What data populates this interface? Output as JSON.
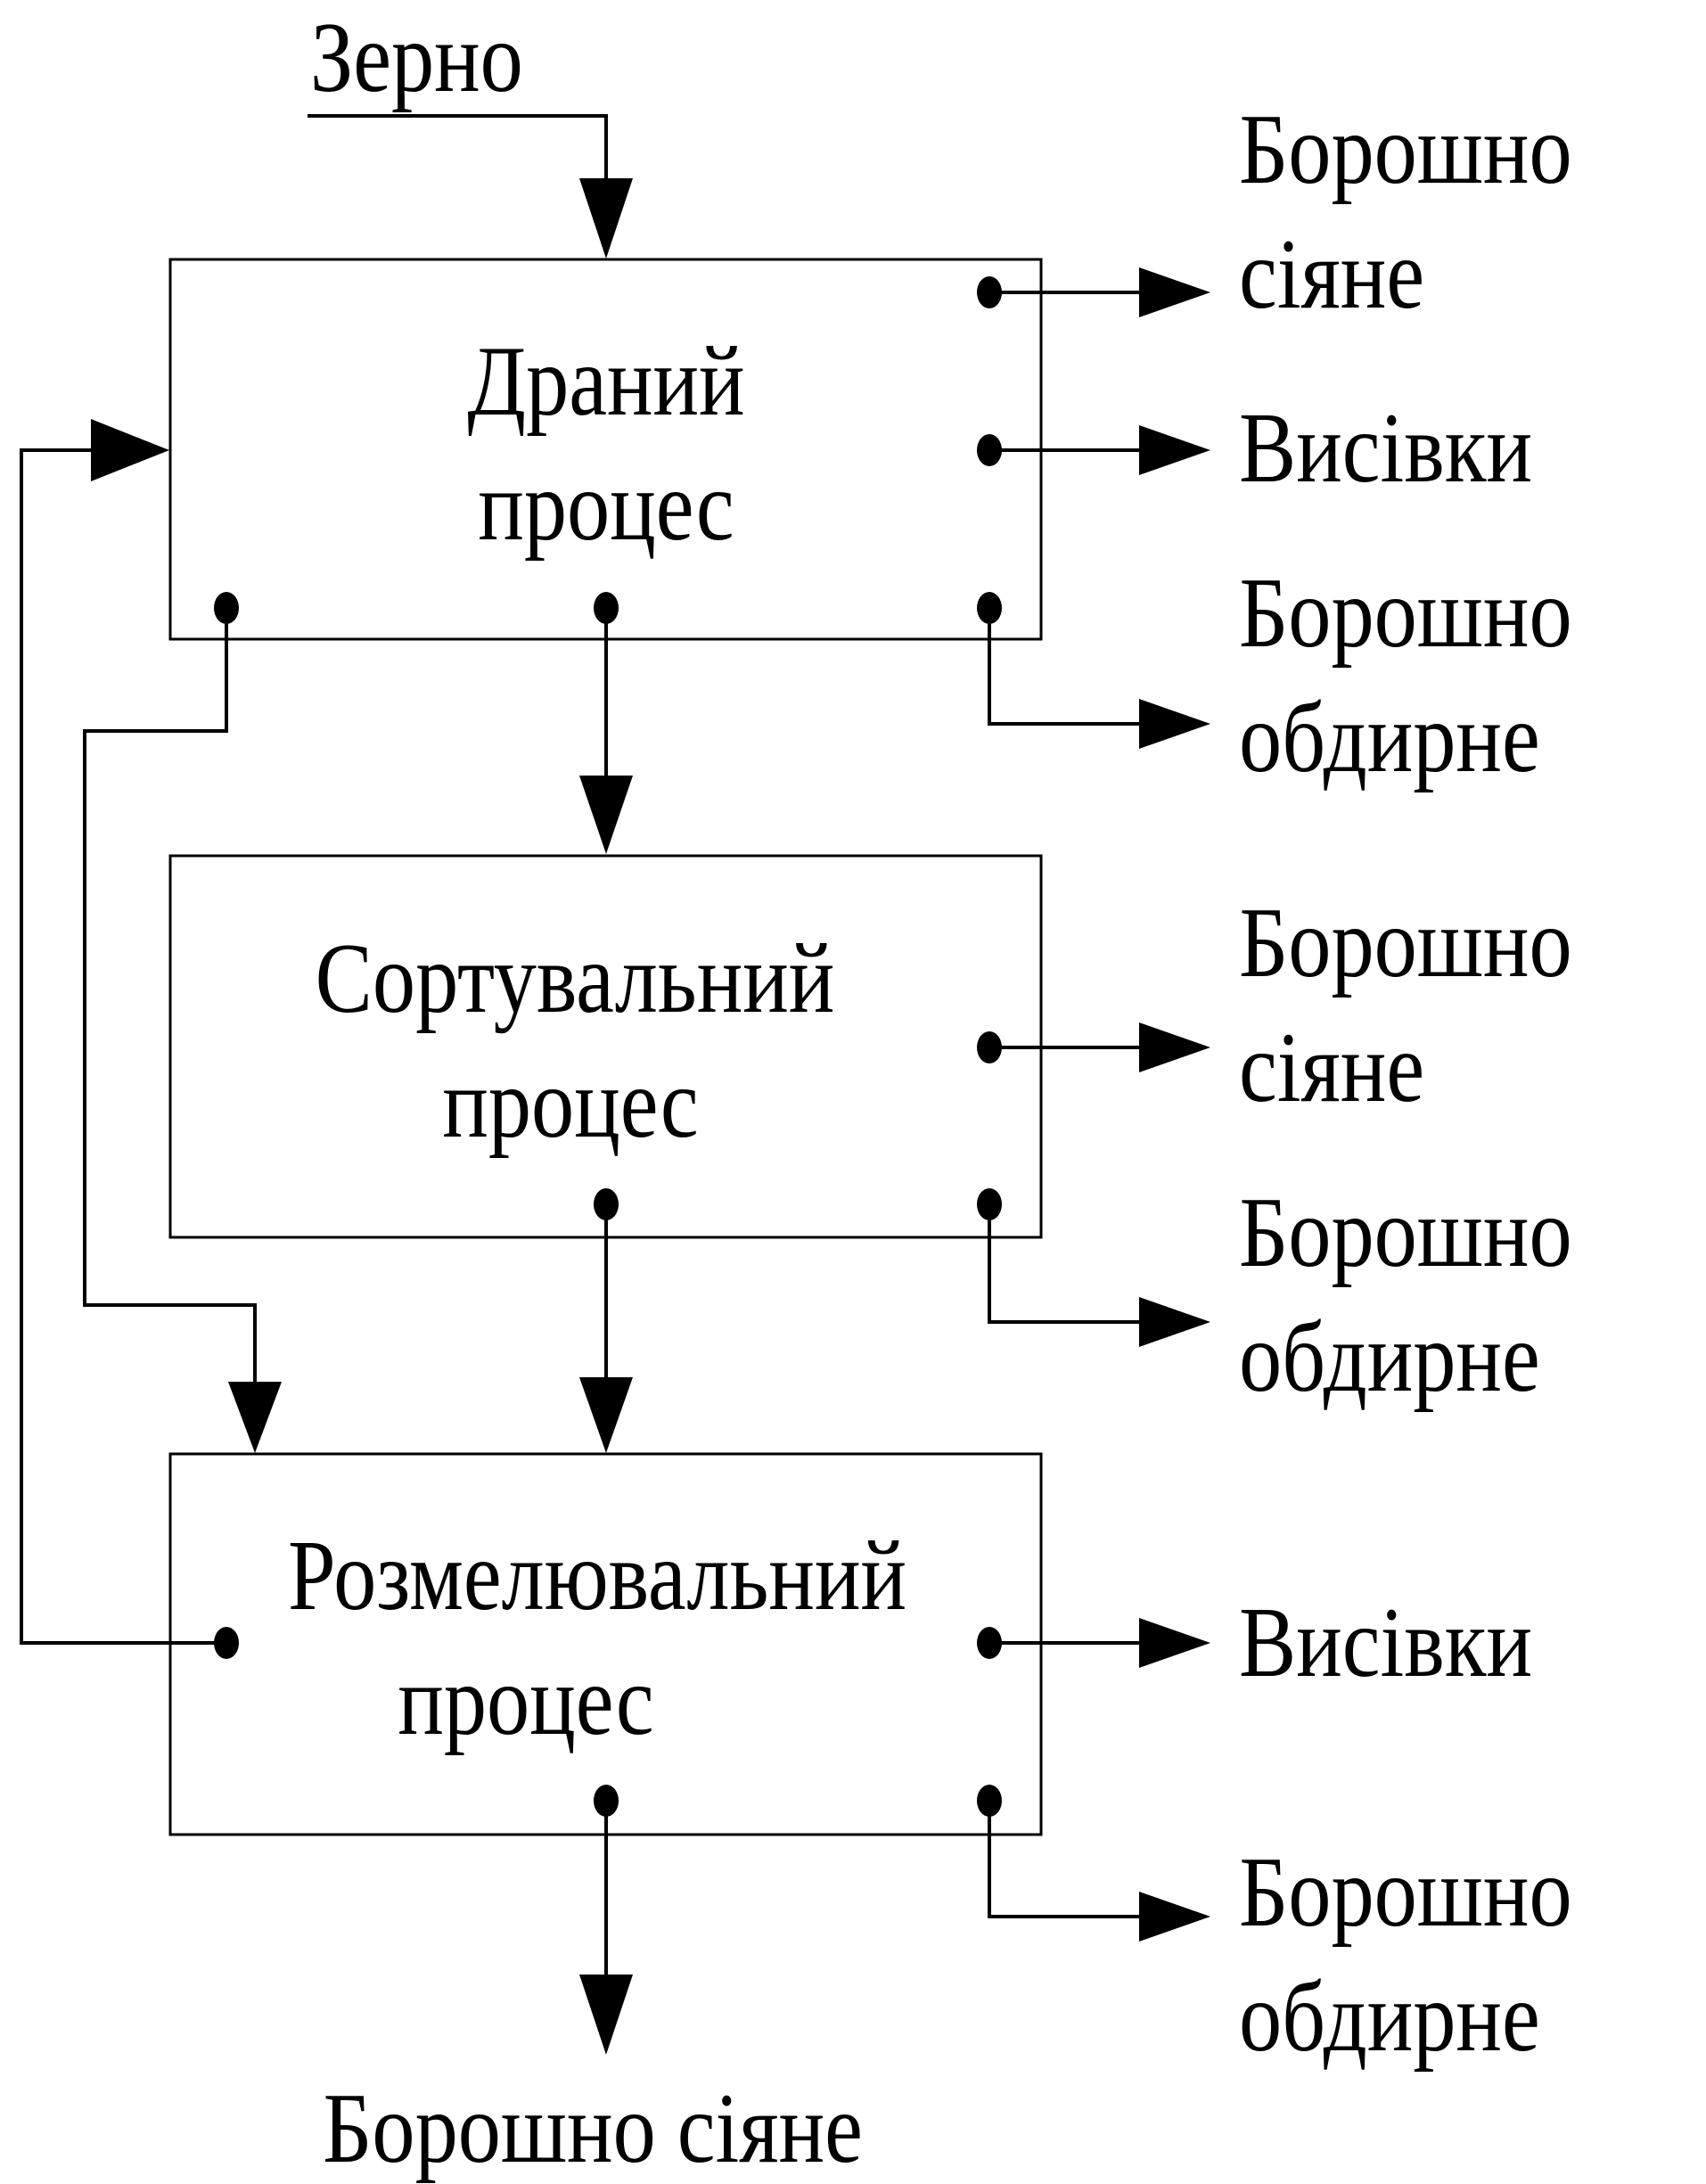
{
  "diagram": {
    "input": {
      "label": "Зерно"
    },
    "processes": [
      {
        "id": "break",
        "line1": "Драний",
        "line2": "процес"
      },
      {
        "id": "sort",
        "line1": "Сортувальний",
        "line2": "процес"
      },
      {
        "id": "reduction",
        "line1": "Розмелювальний",
        "line2": "процес"
      }
    ],
    "outputs": [
      {
        "from": "break",
        "line1": "Борошно",
        "line2": "сіяне"
      },
      {
        "from": "break",
        "line1": "Висівки",
        "line2": ""
      },
      {
        "from": "break",
        "line1": "Борошно",
        "line2": "обдирне"
      },
      {
        "from": "sort",
        "line1": "Борошно",
        "line2": "сіяне"
      },
      {
        "from": "sort",
        "line1": "Борошно",
        "line2": "обдирне"
      },
      {
        "from": "reduction",
        "line1": "Висівки",
        "line2": ""
      },
      {
        "from": "reduction",
        "line1": "Борошно",
        "line2": "обдирне"
      }
    ],
    "final_output": {
      "label": "Борошно сіяне"
    },
    "connections": [
      {
        "from": "input",
        "to": "break"
      },
      {
        "from": "break",
        "to": "sort"
      },
      {
        "from": "break",
        "to": "reduction"
      },
      {
        "from": "sort",
        "to": "reduction"
      },
      {
        "from": "reduction",
        "to": "break",
        "type": "recycle"
      },
      {
        "from": "reduction",
        "to": "final_output"
      }
    ],
    "colors": {
      "stroke": "#000000",
      "background": "#ffffff"
    }
  }
}
